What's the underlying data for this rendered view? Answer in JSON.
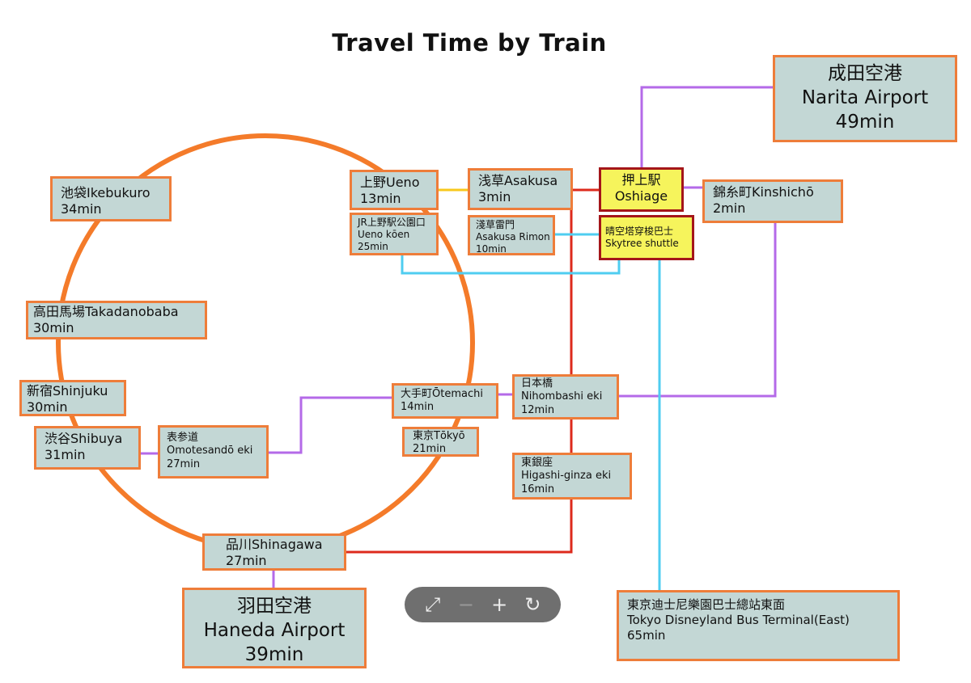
{
  "title": "Travel Time by Train",
  "colors": {
    "box_fill": "#c3d7d5",
    "box_border": "#ee7d3a",
    "hub_fill": "#f6f45c",
    "hub_border": "#a4161a",
    "loop_line": "#f47b2a",
    "purple_line": "#b46ae8",
    "red_line": "#dd2a1c",
    "cyan_line": "#4fcdf0",
    "yellow_line": "#f8c81c"
  },
  "stations": {
    "narita": {
      "jp": "成田空港",
      "en": "Narita Airport",
      "time": "49min"
    },
    "ueno": {
      "jp": "上野Ueno",
      "time": "13min"
    },
    "ueno_koen": {
      "jp": "JR上野駅公園口",
      "en": "Ueno kōen",
      "time": "25min"
    },
    "asakusa": {
      "jp": "浅草Asakusa",
      "time": "3min"
    },
    "asakusa_rimon": {
      "jp": "淺草雷門",
      "en": "Asakusa Rimon",
      "time": "10min"
    },
    "oshiage": {
      "jp": "押上駅",
      "en": "Oshiage"
    },
    "skytree": {
      "jp": "晴空塔穿梭巴士",
      "en": "Skytree shuttle"
    },
    "kinshicho": {
      "jp": "錦糸町Kinshichō",
      "time": "2min"
    },
    "ikebukuro": {
      "jp": "池袋Ikebukuro",
      "time": "34min"
    },
    "takadanobaba": {
      "jp": "高田馬場Takadanobaba",
      "time": "30min"
    },
    "shinjuku": {
      "jp": "新宿Shinjuku",
      "time": "30min"
    },
    "shibuya": {
      "jp": "渋谷Shibuya",
      "time": "31min"
    },
    "omotesando": {
      "jp": "表参道",
      "en": "Omotesandō eki",
      "time": "27min"
    },
    "otemachi": {
      "jp": "大手町Ōtemachi",
      "time": "14min"
    },
    "tokyo": {
      "jp": "東京Tōkyō",
      "time": "21min"
    },
    "nihombashi": {
      "jp": "日本橋",
      "en": "Nihombashi eki",
      "time": "12min"
    },
    "higashiginza": {
      "jp": "東銀座",
      "en": "Higashi-ginza eki",
      "time": "16min"
    },
    "shinagawa": {
      "jp": "品川Shinagawa",
      "time": "27min"
    },
    "haneda": {
      "jp": "羽田空港",
      "en": "Haneda Airport",
      "time": "39min"
    },
    "disney": {
      "jp": "東京迪士尼樂園巴士總站東面",
      "en": "Tokyo Disneyland Bus Terminal(East)",
      "time": "65min"
    }
  },
  "toolbar": {
    "fit": "⤢",
    "zoom_out": "−",
    "zoom_in": "+",
    "rotate": "↻"
  }
}
